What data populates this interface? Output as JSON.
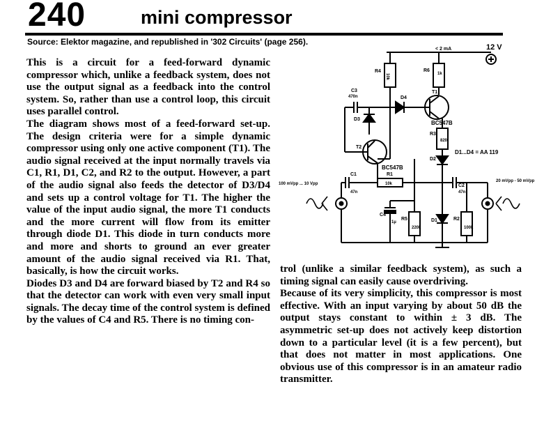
{
  "header": {
    "number": "240",
    "title": "mini compressor",
    "source": "Source: Elektor magazine, and republished in '302 Circuits' (page 256)."
  },
  "article": {
    "left_paragraphs": [
      "This is a circuit for a feed-forward dynamic compressor which, unlike a feedback system, does not use the output signal as a feedback into the control system. So, rather than use a control loop, this circuit uses parallel control.",
      "The diagram shows most of a feed-forward set-up. The design criteria were for a simple dynamic compressor using only one active component (T1). The audio signal received at the input normally travels via C1, R1, D1, C2, and R2 to the output. However, a part of the audio signal also feeds the detector of D3/D4 and sets up a control voltage for T1. The higher the value of the input audio signal, the more T1 conducts and the more current will flow from its emitter through diode D1. This diode in turn conducts more and more and shorts to ground an ever greater amount of the audio signal received via R1. That, basically, is how the circuit works.",
      "Diodes D3 and D4 are forward biased by T2 and R4 so that the detector can work with even very small input signals. The decay time of the control system is defined by the values of C4 and R5. There is no timing con-"
    ],
    "right_paragraphs": [
      "trol (unlike a similar feedback system), as such a timing signal can easily cause overdriving.",
      "Because of its very simplicity, this compressor is most effective. With an input varying by about 50 dB the output stays constant to within ± 3 dB. The asymmetric set-up does not actively keep distortion down to a particular level (it is a few percent), but that does not matter in most applications. One obvious use of this compressor is in an amateur radio transmitter."
    ]
  },
  "schematic": {
    "supply": "12 V",
    "current": "< 2 mA",
    "input_range": "100 mVpp ... 10 Vpp",
    "output_level": "20 mVpp - 50 mVpp",
    "diode_note": "D1...D4 = AA 119",
    "labels": {
      "R4": "R4",
      "R4_val": "10k",
      "R6": "R6",
      "R6_val": "1k",
      "C3": "C3",
      "C3_val": "470n",
      "D4": "D4",
      "D3": "D3",
      "T1": "T1",
      "T1_type": "BC547B",
      "T2": "T2",
      "T2_type": "BC547B",
      "R3": "R3",
      "R3_val": "820",
      "D2": "D2",
      "C1": "C1",
      "C1_val": "47n",
      "R1": "R1",
      "R1_val": "10k",
      "C2": "C2",
      "C2_val": "47n",
      "C4": "C4",
      "C4_val": "1µ",
      "R5": "R5",
      "R5_val": "220k",
      "D1": "D1",
      "R2": "R2",
      "R2_val": "100k"
    }
  }
}
